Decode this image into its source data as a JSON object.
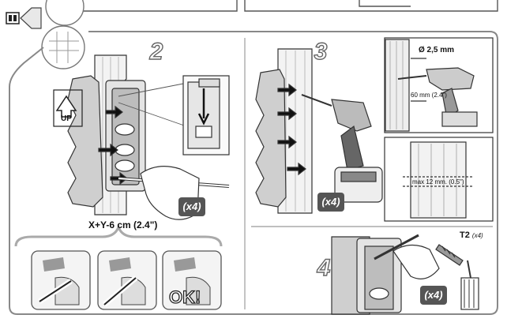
{
  "steps": {
    "s2": "2",
    "s3": "3",
    "s4": "4"
  },
  "panel2": {
    "up_label": "UP",
    "quantity": "(x4)",
    "spacing_label": "X+Y-6 cm (2.4\")"
  },
  "panel2_options": {
    "ok_label": "OK!"
  },
  "panel3": {
    "quantity": "(x4)",
    "drill_diameter": "Ø 2,5 mm",
    "drill_depth": "60 mm (2.4\")",
    "max_gap": "max 12 mm. (0.5\")"
  },
  "panel4": {
    "quantity": "(x4)",
    "screw_ref": "T2",
    "screw_qty": "(x4)"
  },
  "colors": {
    "line": "#333333",
    "grey": "#888888",
    "light": "#dddddd",
    "badge": "#555555"
  }
}
